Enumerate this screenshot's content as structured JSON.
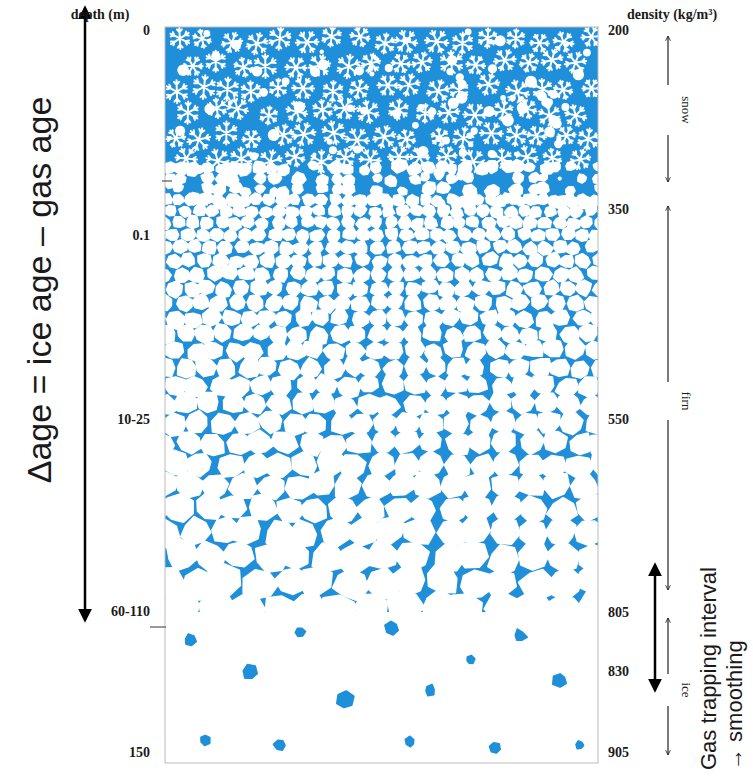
{
  "diagram": {
    "labels": [
      "Δage = ice age – gas age",
      "depth (m)",
      "density (kg/m³)",
      "0",
      "200",
      "snow",
      "0.1",
      "350",
      "firn",
      "10-25",
      "550",
      "Gas trapping interval → smoothing",
      "60-110",
      "805",
      "830",
      "ice",
      "150",
      "905"
    ]
  }
}
